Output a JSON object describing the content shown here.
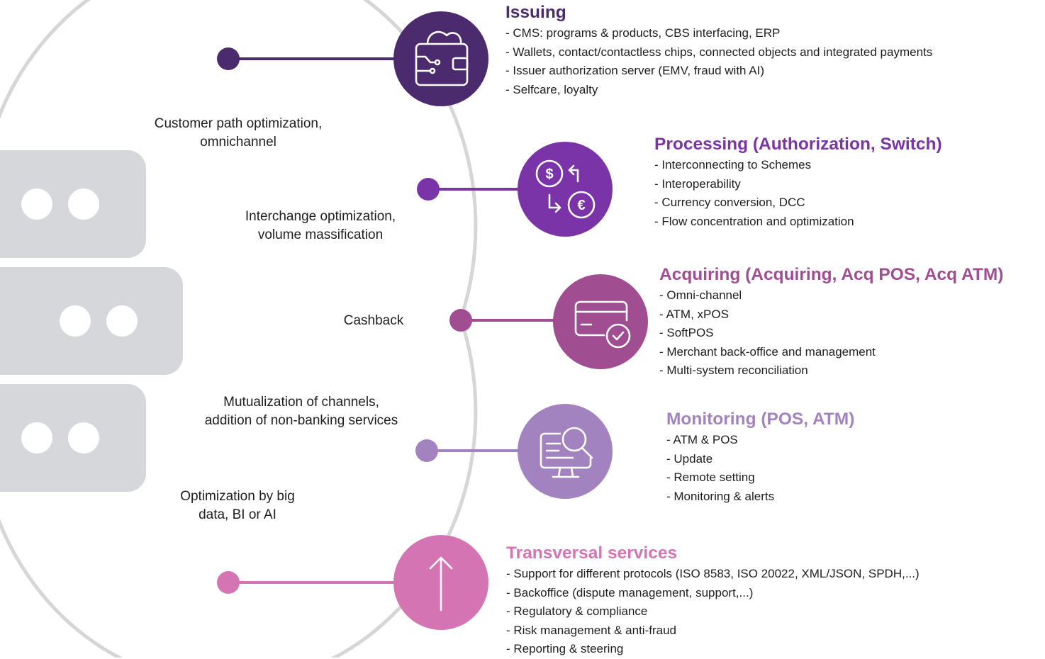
{
  "colors": {
    "issuing": "#4b2a6e",
    "processing": "#7a34a8",
    "acquiring": "#a04d92",
    "monitoring": "#a383bf",
    "transversal": "#d574b2",
    "arc": "#d6d6d8",
    "server": "#d6d7da"
  },
  "center_labels": {
    "customer_path": [
      "Customer path optimization,",
      "omnichannel"
    ],
    "interchange": [
      "Interchange optimization,",
      "volume massification"
    ],
    "cashback": [
      "Cashback"
    ],
    "mutualization": [
      "Mutualization of channels,",
      "addition of non-banking services"
    ],
    "optimization": [
      "Optimization by big",
      "data, BI or AI"
    ]
  },
  "sections": {
    "issuing": {
      "icon": "wallet-circuit-icon",
      "title": "Issuing",
      "items": [
        "- CMS: programs & products, CBS interfacing, ERP",
        "- Wallets, contact/contactless chips, connected objects and integrated payments",
        "- Issuer authorization server (EMV, fraud with AI)",
        "- Selfcare, loyalty"
      ]
    },
    "processing": {
      "icon": "currency-exchange-icon",
      "title": "Processing (Authorization, Switch)",
      "items": [
        "- Interconnecting to Schemes",
        "- Interoperability",
        "- Currency conversion, DCC",
        "- Flow concentration and optimization"
      ]
    },
    "acquiring": {
      "icon": "card-check-icon",
      "title": "Acquiring (Acquiring, Acq POS, Acq ATM)",
      "items": [
        "- Omni-channel",
        "- ATM, xPOS",
        "- SoftPOS",
        "- Merchant back-office and management",
        "- Multi-system reconciliation"
      ]
    },
    "monitoring": {
      "icon": "monitor-search-icon",
      "title": "Monitoring (POS, ATM)",
      "items": [
        "- ATM & POS",
        "- Update",
        "- Remote setting",
        "- Monitoring & alerts"
      ]
    },
    "transversal": {
      "icon": "arrow-up-icon",
      "title": "Transversal services",
      "items": [
        "- Support for different protocols (ISO 8583, ISO 20022, XML/JSON, SPDH,...)",
        "- Backoffice (dispute management, support,...)",
        "- Regulatory & compliance",
        "- Risk management & anti-fraud",
        "- Reporting & steering"
      ]
    }
  }
}
